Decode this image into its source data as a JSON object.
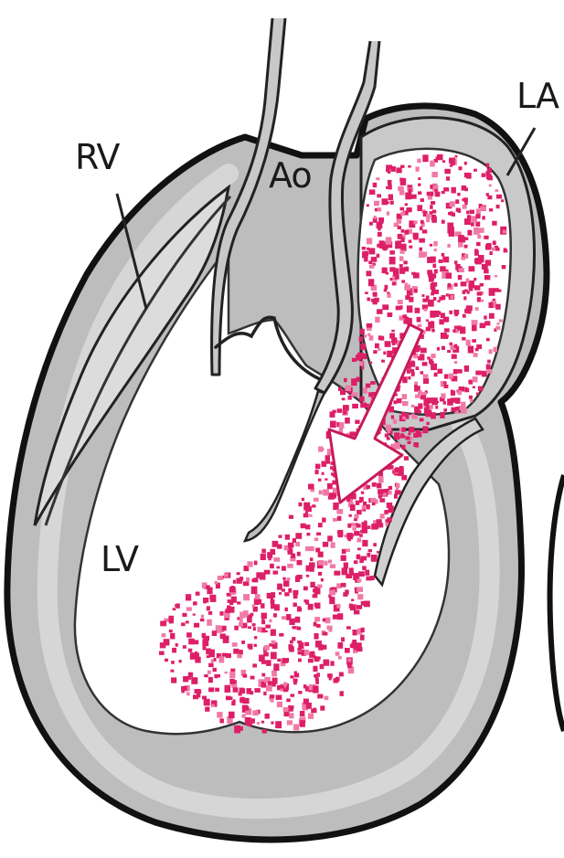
{
  "labels": {
    "rv": "RV",
    "ao": "Ao",
    "la": "LA",
    "lv": "LV"
  },
  "colors": {
    "outline": "#111111",
    "wall": "#bdbdbd",
    "wall_light": "#d4d4d4",
    "cavity": "#ffffff",
    "blood": "#dd1f68",
    "blood_light": "#f07aa6"
  }
}
